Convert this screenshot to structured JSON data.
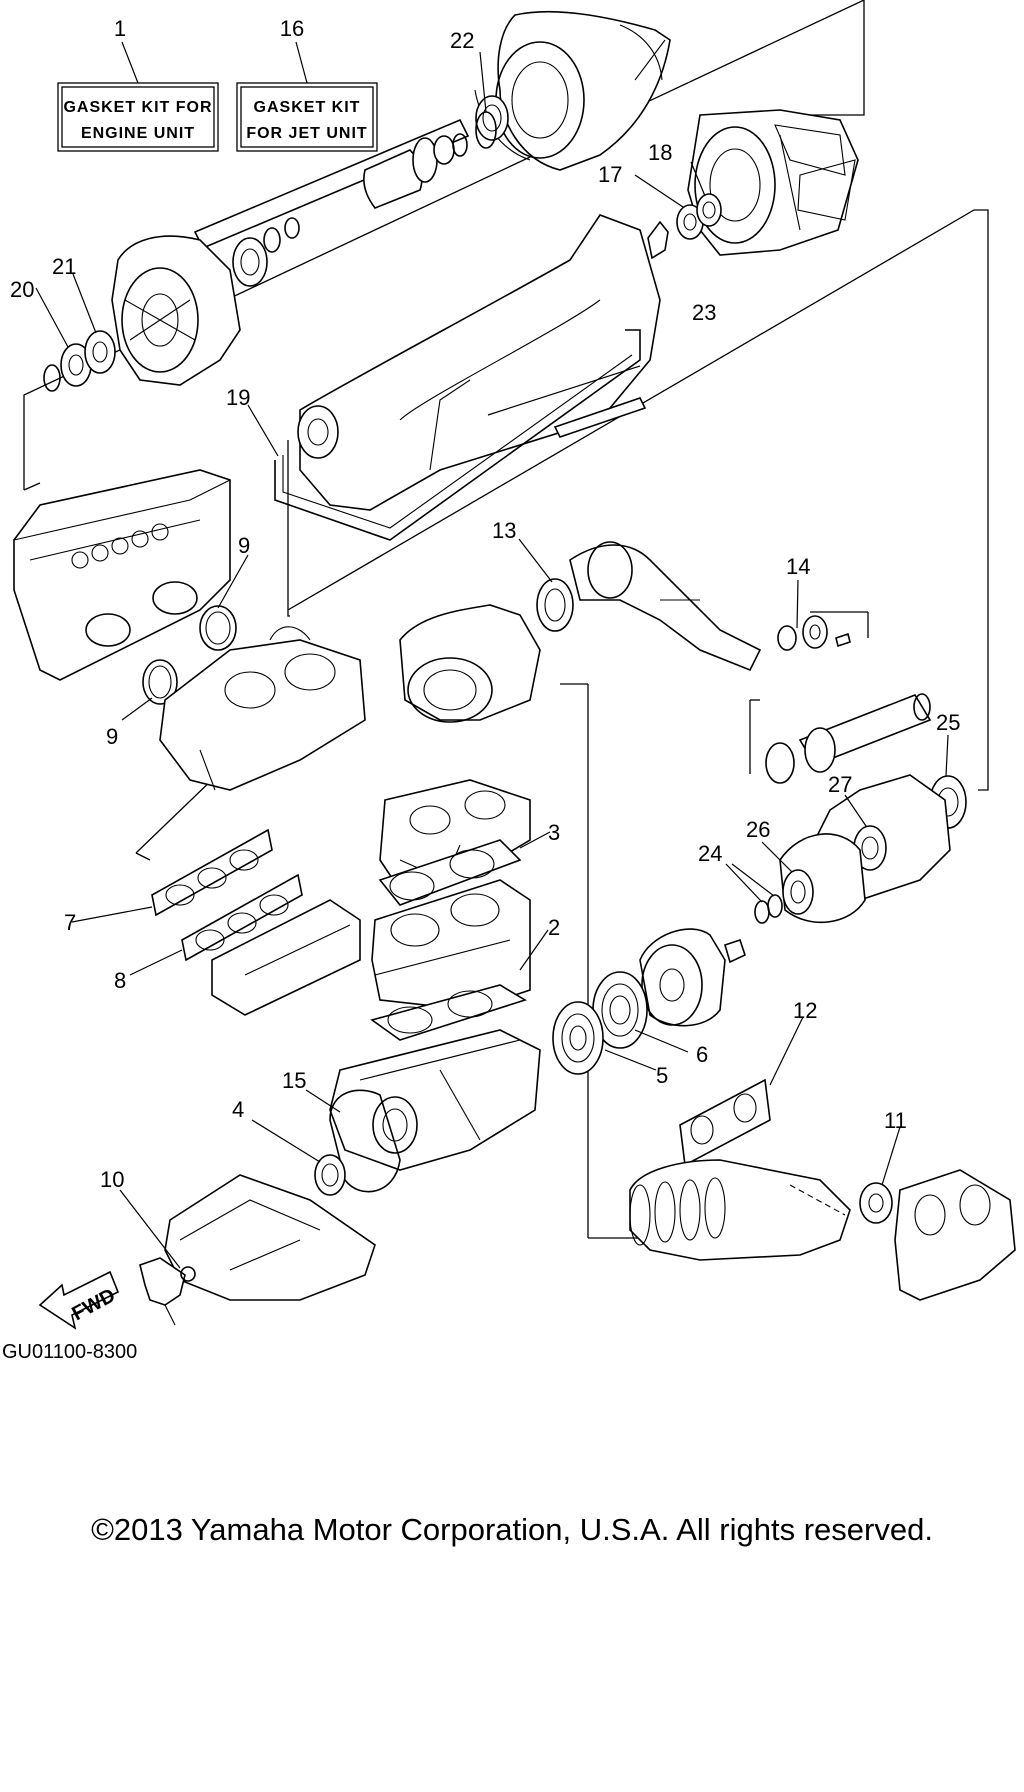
{
  "kit_boxes": [
    {
      "number": "1",
      "line1": "GASKET KIT FOR",
      "line2": "ENGINE UNIT"
    },
    {
      "number": "16",
      "line1": "GASKET KIT",
      "line2": "FOR JET UNIT"
    }
  ],
  "callouts": [
    "2",
    "3",
    "4",
    "5",
    "6",
    "7",
    "8",
    "9",
    "9",
    "10",
    "11",
    "12",
    "13",
    "14",
    "15",
    "17",
    "18",
    "19",
    "20",
    "21",
    "22",
    "23",
    "24",
    "25",
    "26",
    "27"
  ],
  "fwd_label": "FWD",
  "reference_code": "GU01100-8300",
  "copyright": "©2013 Yamaha Motor Corporation, U.S.A. All rights reserved."
}
